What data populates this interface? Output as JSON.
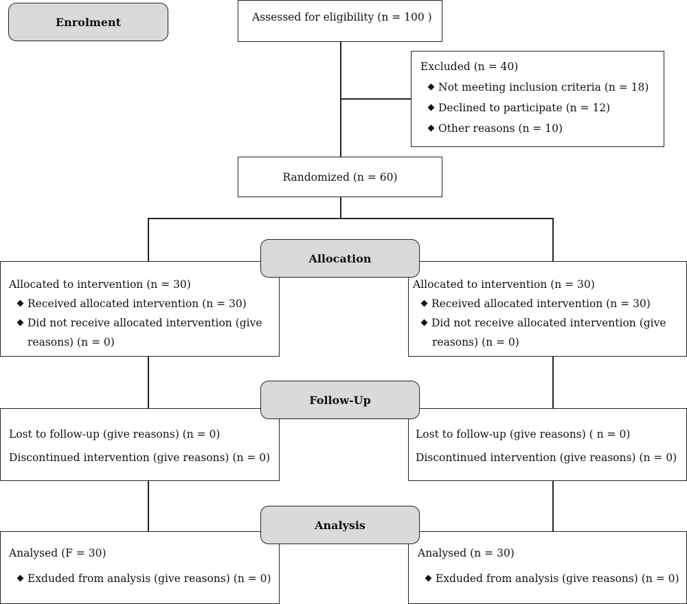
{
  "stages": {
    "enrolment": "Enrolment",
    "allocation": "Allocation",
    "follow_up": "Follow-Up",
    "analysis": "Analysis"
  },
  "assessed": "Assessed for eligibility (n = 100 )",
  "excluded": {
    "title": "Excluded (n = 40)",
    "items": [
      "Not meeting inclusion criteria (n = 18)",
      "Declined to participate (n = 12)",
      "Other reasons (n = 10)"
    ]
  },
  "randomized": "Randomized (n = 60)",
  "allocation_left": {
    "title": "Allocated to intervention (n = 30)",
    "received": "Received allocated intervention (n = 30)",
    "not_received_1": "Did not receive allocated intervention (give",
    "not_received_2": "reasons) (n = 0)"
  },
  "allocation_right": {
    "title": "Allocated to intervention (n = 30)",
    "received": "Received allocated intervention (n = 30)",
    "not_received_1": "Did not receive allocated intervention (give",
    "not_received_2": "reasons) (n = 0)"
  },
  "followup_left": {
    "lost": "Lost to follow-up (give reasons) (n = 0)",
    "discontinued": "Discontinued intervention (give reasons) (n = 0)"
  },
  "followup_right": {
    "lost": "Lost to follow-up (give reasons) ( n = 0)",
    "discontinued": "Discontinued intervention (give reasons) (n = 0)"
  },
  "analysis_left": {
    "analysed": "Analysed (F = 30)",
    "excluded": "Exduded from analysis (give reasons) (n = 0)"
  },
  "analysis_right": {
    "analysed": "Analysed (n = 30)",
    "excluded": "Exduded from analysis (give reasons) (n = 0)"
  }
}
